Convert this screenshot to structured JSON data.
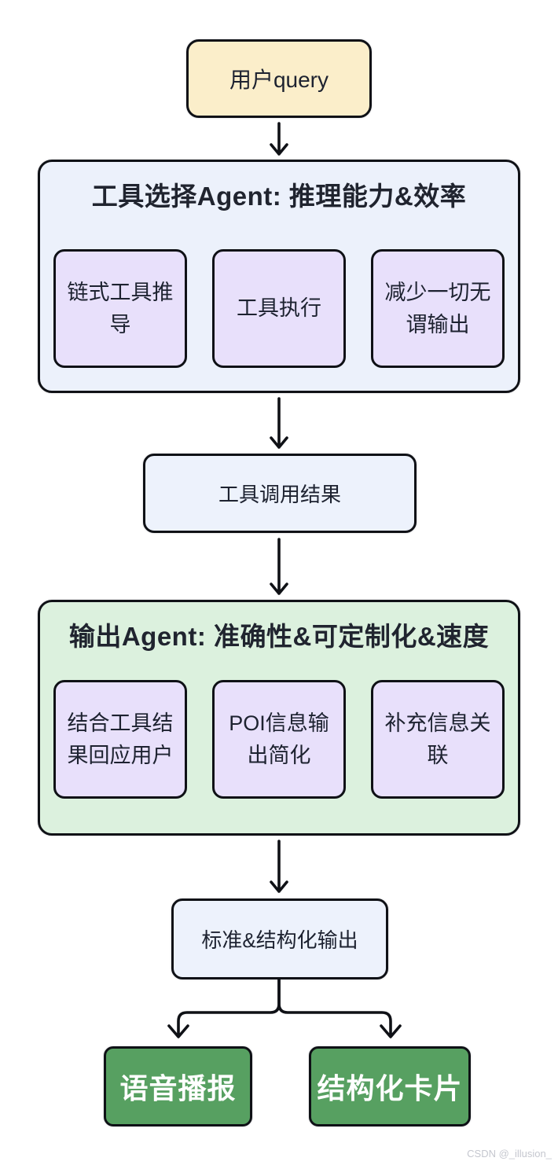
{
  "flow": {
    "query": {
      "label": "用户query"
    },
    "tool_agent": {
      "title": "工具选择Agent: 推理能力&效率",
      "items": [
        {
          "label": "链式工具推导"
        },
        {
          "label": "工具执行"
        },
        {
          "label": "减少一切无谓输出"
        }
      ]
    },
    "tool_result": {
      "label": "工具调用结果"
    },
    "output_agent": {
      "title": "输出Agent: 准确性&可定制化&速度",
      "items": [
        {
          "label": "结合工具结果回应用户"
        },
        {
          "label": "POI信息输出简化"
        },
        {
          "label": "补充信息关联"
        }
      ]
    },
    "structured_output": {
      "label": "标准&结构化输出"
    },
    "final_outputs": [
      {
        "label": "语音播报"
      },
      {
        "label": "结构化卡片"
      }
    ]
  },
  "colors": {
    "query_fill": "#fbeeca",
    "tool_agent_fill": "#ecf1fb",
    "output_agent_fill": "#dcf1de",
    "sub_box_fill": "#e8e0fb",
    "result_fill": "#edf2fc",
    "final_output_fill": "#57a061",
    "stroke": "#0f1116"
  },
  "watermark": {
    "text": "CSDN @_illusion_"
  }
}
